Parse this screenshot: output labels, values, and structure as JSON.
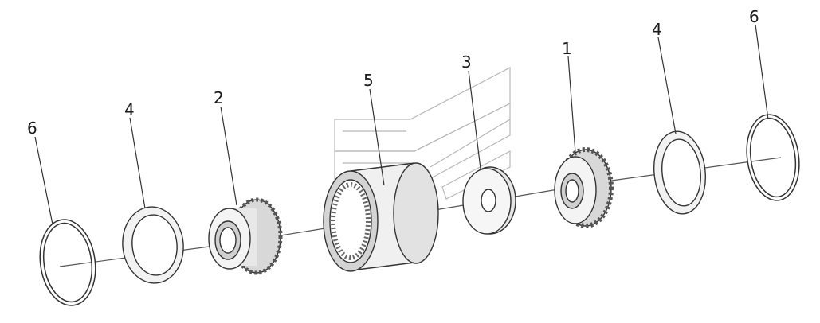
{
  "diagram": {
    "callouts": [
      {
        "id": "snap-ring-left",
        "label": "6"
      },
      {
        "id": "washer-left",
        "label": "4"
      },
      {
        "id": "gear-left",
        "label": "2"
      },
      {
        "id": "bearing-cage",
        "label": "5"
      },
      {
        "id": "spacer",
        "label": "3"
      },
      {
        "id": "gear-right",
        "label": "1"
      },
      {
        "id": "washer-right",
        "label": "4"
      },
      {
        "id": "snap-ring-right",
        "label": "6"
      }
    ]
  }
}
